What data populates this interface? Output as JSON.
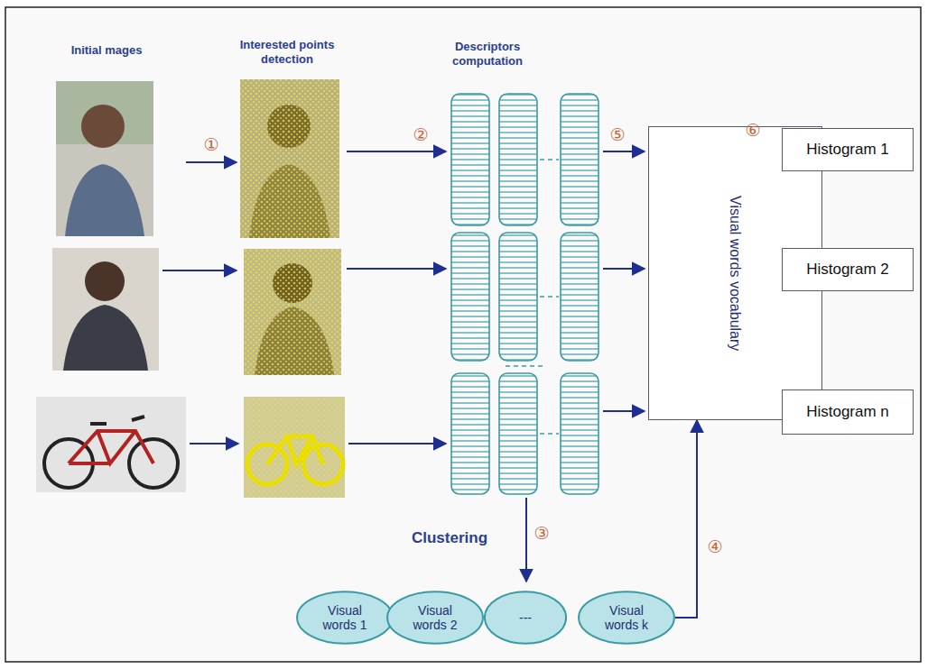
{
  "diagram": {
    "nodes": [
      {
        "text": [
          "Visual words vocabulary"
        ]
      },
      {
        "text": [
          "Histogram 1"
        ]
      },
      {
        "text": [
          "Histogram 2"
        ]
      },
      {
        "text": [
          "Histogram n"
        ]
      },
      {
        "text": [
          "Visual words 1"
        ]
      },
      {
        "text": [
          "Visual words 2"
        ]
      },
      {
        "text": [
          "---"
        ]
      },
      {
        "text": [
          "Visual words k"
        ]
      }
    ],
    "edges": [
      {
        "from": 0,
        "to": 1,
        "arrow": "to"
      },
      {
        "from": 0,
        "to": 2,
        "arrow": "to"
      },
      {
        "from": 0,
        "to": 3,
        "arrow": "to"
      },
      {
        "from": 7,
        "to": 0,
        "arrow": "to"
      }
    ],
    "labels": [
      "Initial mages",
      "Interested points detection",
      "Descriptors computation",
      "①",
      "②",
      "⑤",
      "⑥",
      "Clustering",
      "③",
      "④"
    ]
  }
}
